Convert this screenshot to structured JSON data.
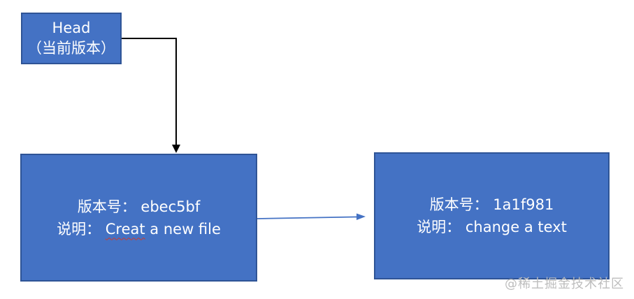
{
  "colors": {
    "node_fill": "#4472c4",
    "node_border": "#2f5496",
    "connector_black": "#000000",
    "connector_blue": "#4472c4",
    "watermark_gray": "#bdbdbd",
    "spellcheck_red": "#d03a2b"
  },
  "nodes": {
    "head": {
      "line1": "Head",
      "line2": "（当前版本）"
    },
    "commit1": {
      "version_line": "版本号： ebec5bf",
      "desc_prefix": "说明： ",
      "desc_misspelled": "Creat",
      "desc_suffix": " a new file"
    },
    "commit2": {
      "version_line": "版本号： 1a1f981",
      "desc_line": "说明： change a text"
    }
  },
  "watermark": {
    "text": "@稀土掘金技术社区"
  }
}
